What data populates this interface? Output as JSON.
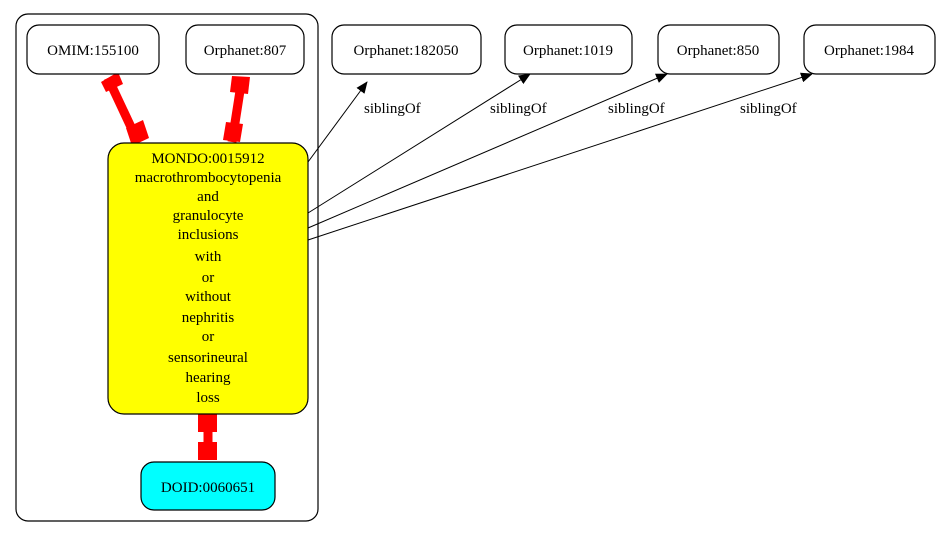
{
  "nodes": {
    "omim": {
      "label": "OMIM:155100"
    },
    "orphanet_807": {
      "label": "Orphanet:807"
    },
    "orphanet_182050": {
      "label": "Orphanet:182050"
    },
    "orphanet_1019": {
      "label": "Orphanet:1019"
    },
    "orphanet_850": {
      "label": "Orphanet:850"
    },
    "orphanet_1984": {
      "label": "Orphanet:1984"
    },
    "mondo": {
      "lines": [
        "MONDO:0015912",
        "macrothrombocytopenia",
        "and",
        "granulocyte",
        "inclusions",
        "with",
        "or",
        "without",
        "nephritis",
        "or",
        "sensorineural",
        "hearing",
        "loss"
      ]
    },
    "doid": {
      "label": "DOID:0060651"
    }
  },
  "edges": {
    "sibling_1": {
      "label": "siblingOf"
    },
    "sibling_2": {
      "label": "siblingOf"
    },
    "sibling_3": {
      "label": "siblingOf"
    },
    "sibling_4": {
      "label": "siblingOf"
    }
  },
  "colors": {
    "mondo_fill": "#ffff00",
    "doid_fill": "#00ffff",
    "equivalence_edge": "#ff0000",
    "stroke": "#000000"
  }
}
